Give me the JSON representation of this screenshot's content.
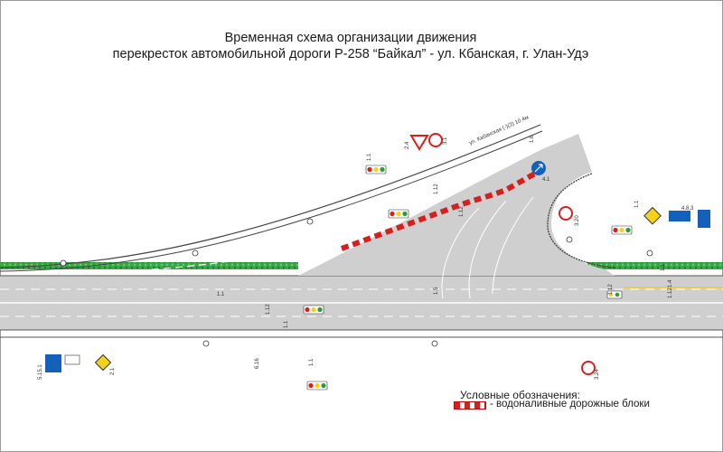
{
  "title": {
    "line1": "Временная схема организации движения",
    "line2": "перекресток автомобильной дороги Р-258 “Байкал” - ул. Кбанская, г. Улан-Удэ"
  },
  "street_label": "ул. Кабанская (-)(3) 10.4м",
  "legend": {
    "heading": "Условные обозначения:",
    "barrier_label": "- водоналивные дорожные блоки"
  },
  "marking_labels": [
    "1.6",
    "1.12",
    "1.12",
    "1.1",
    "1.12",
    "1.1",
    "1.5",
    "1.12",
    "1.1",
    "1.4",
    "1.12",
    "1.1"
  ],
  "sign_labels": [
    "2.4",
    "3.1",
    "2.1",
    "4.8.3",
    "5.15.1",
    "6.16",
    "3.20",
    "4.1",
    "3.24",
    "1.1",
    "1.1"
  ],
  "colors": {
    "road": "#cfcfcf",
    "barrier_red": "#d62020",
    "grass": "#2e9b3a",
    "sign_yellow": "#f2d21a",
    "sign_blue": "#1560b8"
  }
}
